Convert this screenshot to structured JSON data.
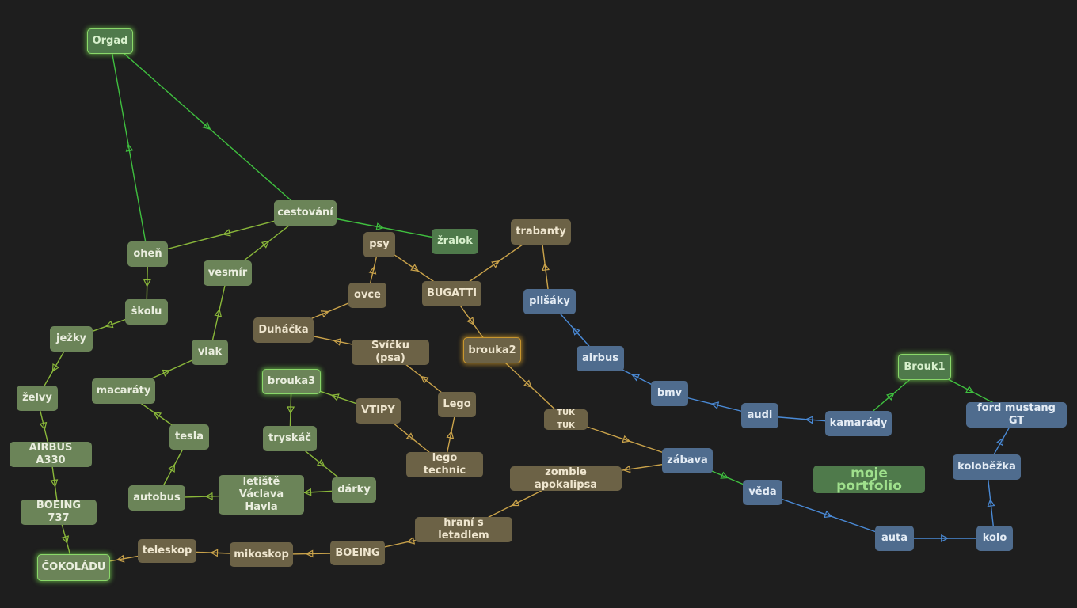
{
  "colors": {
    "background": "#1e1e1e",
    "edge_green": "#3fbf3f",
    "edge_lightgreen": "#8ab83a",
    "edge_tan": "#c9a24a",
    "edge_blue": "#4a8ad6"
  },
  "nodes": {
    "orgad": "Orgad",
    "cestovani": "cestování",
    "zralok": "žralok",
    "ohen": "oheň",
    "vesmir": "vesmír",
    "skolu": "školu",
    "jezky": "ježky",
    "vlak": "vlak",
    "macaraty": "macaráty",
    "zelvy": "želvy",
    "airbus_a330": "AIRBUS A330",
    "tesla": "tesla",
    "autobus": "autobus",
    "letiste": "letiště\nVáclava Havla",
    "boeing737": "BOEING 737",
    "cokoladu": "ČOKOLÁDU",
    "teleskop": "teleskop",
    "mikoskop": "mikoskop",
    "boeing": "BOEING",
    "hrani": "hraní s letadlem",
    "zombie": "zombie apokalipsa",
    "psy": "psy",
    "ovce": "ovce",
    "duhacka": "Duháčka",
    "svicku": "Svíčku (psa)",
    "bugatti": "BUGATTI",
    "trabanty": "trabanty",
    "brouka2": "brouka2",
    "brouka3": "brouka3",
    "vtipy": "VTIPY",
    "lego": "Lego",
    "lego_technic": "lego technic",
    "tryskac": "tryskáč",
    "darky": "dárky",
    "tuktuk": "TUK TUK",
    "zabava": "zábava",
    "veda": "věda",
    "auta": "auta",
    "kolo": "kolo",
    "kolobezka": "koloběžka",
    "ford": "ford mustang GT",
    "brouk1": "Brouk1",
    "kamarady": "kamarády",
    "audi": "audi",
    "bmv": "bmv",
    "airbus": "airbus",
    "plisaky": "plišáky",
    "portfolio": "moje portfolio"
  },
  "edges": [
    {
      "from": "orgad",
      "to": "cestovani",
      "color": "green"
    },
    {
      "from": "cestovani",
      "to": "zralok",
      "color": "green"
    },
    {
      "from": "cestovani",
      "to": "ohen",
      "color": "lightgreen"
    },
    {
      "from": "ohen",
      "to": "orgad",
      "color": "green"
    },
    {
      "from": "ohen",
      "to": "skolu",
      "color": "lightgreen"
    },
    {
      "from": "skolu",
      "to": "jezky",
      "color": "lightgreen"
    },
    {
      "from": "jezky",
      "to": "zelvy",
      "color": "lightgreen"
    },
    {
      "from": "zelvy",
      "to": "airbus_a330",
      "color": "lightgreen"
    },
    {
      "from": "airbus_a330",
      "to": "boeing737",
      "color": "lightgreen"
    },
    {
      "from": "boeing737",
      "to": "cokoladu",
      "color": "lightgreen"
    },
    {
      "from": "vesmir",
      "to": "cestovani",
      "color": "lightgreen"
    },
    {
      "from": "vlak",
      "to": "vesmir",
      "color": "lightgreen"
    },
    {
      "from": "macaraty",
      "to": "vlak",
      "color": "lightgreen"
    },
    {
      "from": "tesla",
      "to": "macaraty",
      "color": "lightgreen"
    },
    {
      "from": "autobus",
      "to": "tesla",
      "color": "lightgreen"
    },
    {
      "from": "letiste",
      "to": "autobus",
      "color": "lightgreen"
    },
    {
      "from": "darky",
      "to": "letiste",
      "color": "lightgreen"
    },
    {
      "from": "tryskac",
      "to": "darky",
      "color": "lightgreen"
    },
    {
      "from": "brouka3",
      "to": "tryskac",
      "color": "lightgreen"
    },
    {
      "from": "vtipy",
      "to": "brouka3",
      "color": "lightgreen"
    },
    {
      "from": "vtipy",
      "to": "lego_technic",
      "color": "tan"
    },
    {
      "from": "lego_technic",
      "to": "lego",
      "color": "tan"
    },
    {
      "from": "lego",
      "to": "svicku",
      "color": "tan"
    },
    {
      "from": "svicku",
      "to": "duhacka",
      "color": "tan"
    },
    {
      "from": "duhacka",
      "to": "ovce",
      "color": "tan"
    },
    {
      "from": "ovce",
      "to": "psy",
      "color": "tan"
    },
    {
      "from": "psy",
      "to": "bugatti",
      "color": "tan"
    },
    {
      "from": "bugatti",
      "to": "trabanty",
      "color": "tan"
    },
    {
      "from": "bugatti",
      "to": "brouka2",
      "color": "tan"
    },
    {
      "from": "brouka2",
      "to": "tuktuk",
      "color": "tan"
    },
    {
      "from": "tuktuk",
      "to": "zabava",
      "color": "tan"
    },
    {
      "from": "zabava",
      "to": "zombie",
      "color": "tan"
    },
    {
      "from": "zombie",
      "to": "hrani",
      "color": "tan"
    },
    {
      "from": "hrani",
      "to": "boeing",
      "color": "tan"
    },
    {
      "from": "boeing",
      "to": "mikoskop",
      "color": "tan"
    },
    {
      "from": "mikoskop",
      "to": "teleskop",
      "color": "tan"
    },
    {
      "from": "teleskop",
      "to": "cokoladu",
      "color": "tan"
    },
    {
      "from": "plisaky",
      "to": "trabanty",
      "color": "tan"
    },
    {
      "from": "zabava",
      "to": "veda",
      "color": "green"
    },
    {
      "from": "veda",
      "to": "auta",
      "color": "blue"
    },
    {
      "from": "auta",
      "to": "kolo",
      "color": "blue"
    },
    {
      "from": "kolo",
      "to": "kolobezka",
      "color": "blue"
    },
    {
      "from": "kolobezka",
      "to": "ford",
      "color": "blue"
    },
    {
      "from": "brouk1",
      "to": "ford",
      "color": "green"
    },
    {
      "from": "kamarady",
      "to": "brouk1",
      "color": "green"
    },
    {
      "from": "kamarady",
      "to": "audi",
      "color": "blue"
    },
    {
      "from": "audi",
      "to": "bmv",
      "color": "blue"
    },
    {
      "from": "bmv",
      "to": "airbus",
      "color": "blue"
    },
    {
      "from": "airbus",
      "to": "plisaky",
      "color": "blue"
    }
  ]
}
